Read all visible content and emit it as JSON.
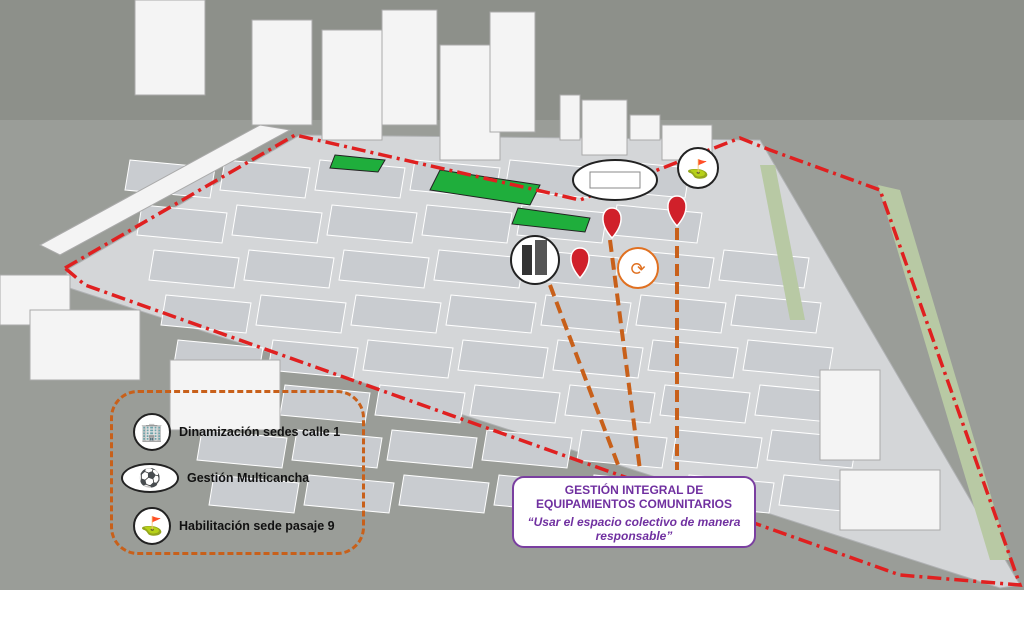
{
  "legend": {
    "items": [
      {
        "label": "Dinamización sedes calle 1",
        "icon": "buildings-icon"
      },
      {
        "label": "Gestión Multicancha",
        "icon": "sports-court-icon"
      },
      {
        "label": "Habilitación sede pasaje 9",
        "icon": "climber-flag-icon"
      }
    ]
  },
  "callout": {
    "title": "GESTIÓN INTEGRAL DE EQUIPAMIENTOS COMUNITARIOS",
    "quote": "“Usar el espacio colectivo de manera responsable”"
  },
  "colors": {
    "boundary": "#e02020",
    "leader": "#c8601a",
    "green": "#1fae3c",
    "callout": "#7030a0"
  }
}
